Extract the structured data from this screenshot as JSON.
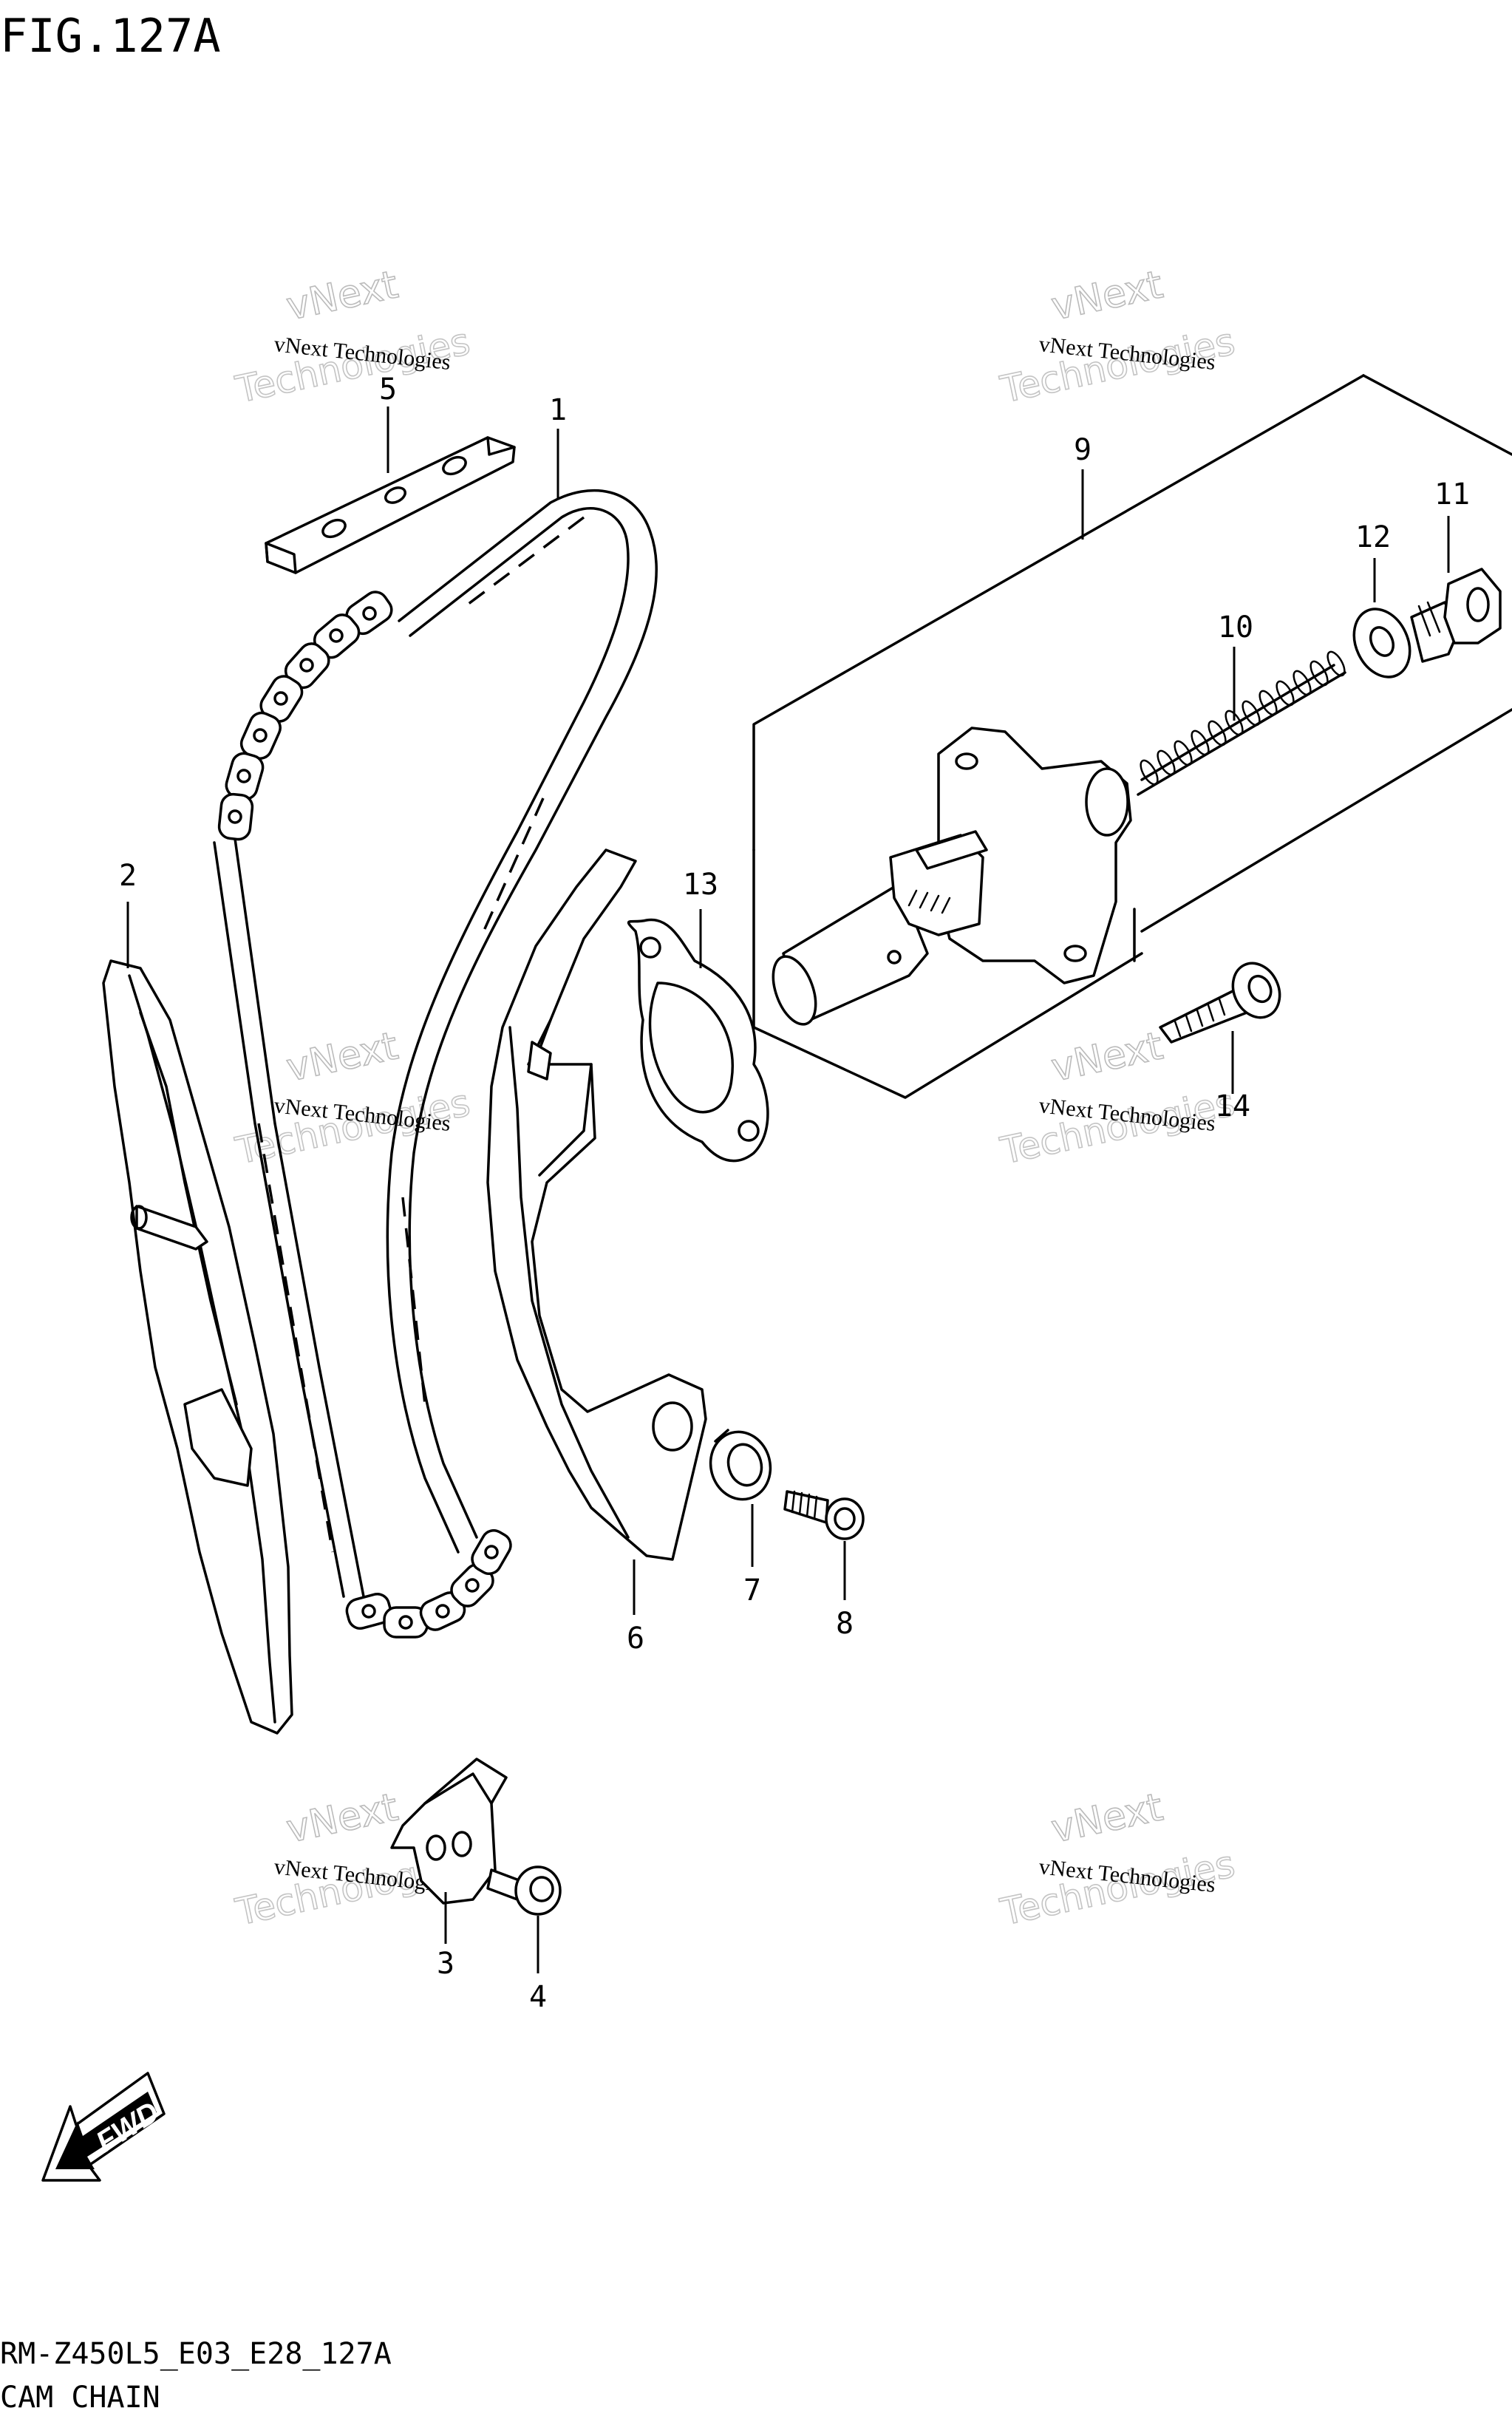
{
  "figure": {
    "title": "FIG.127A",
    "model_code": "RM-Z450L5_E03_E28_127A",
    "name": "CAM CHAIN"
  },
  "callouts": [
    "1",
    "2",
    "3",
    "4",
    "5",
    "6",
    "7",
    "8",
    "9",
    "10",
    "11",
    "12",
    "13",
    "14"
  ],
  "fwd_label": "FWD",
  "watermark": {
    "line1": "vNext",
    "line2": "vNext Technologies",
    "line3": "Technologies"
  }
}
